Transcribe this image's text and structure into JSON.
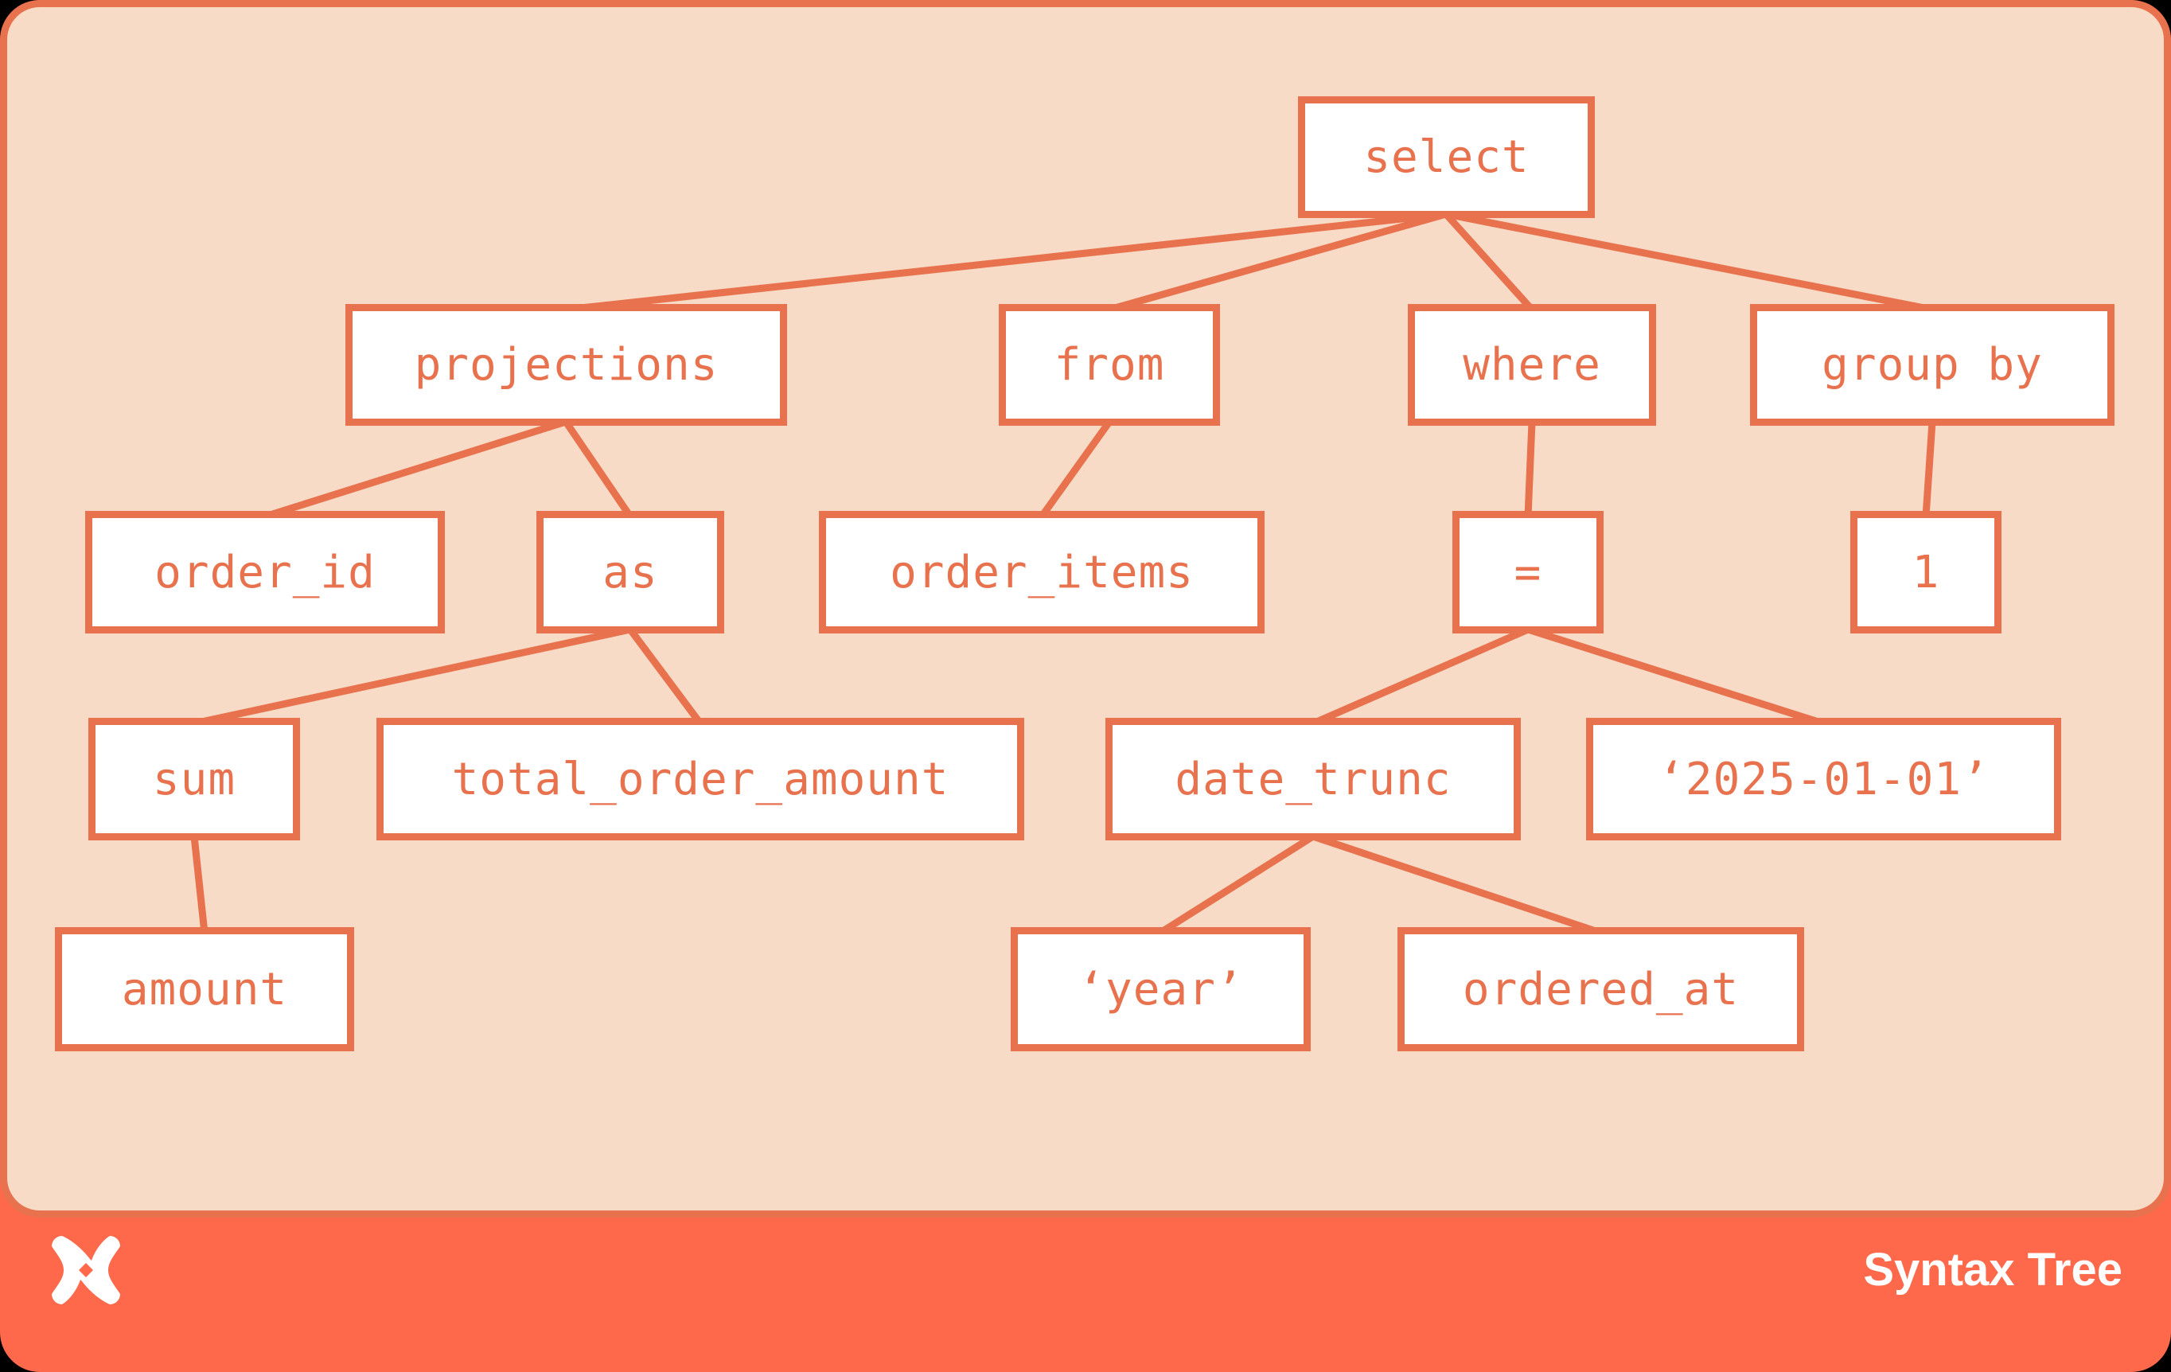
{
  "title": "Syntax Tree",
  "colors": {
    "page_background": "#000000",
    "frame_coral": "#FF694B",
    "canvas_peach": "#F8DBC6",
    "accent_coral": "#E8724E",
    "node_fill": "#FFFFFF",
    "footer_text": "#FFFFFF"
  },
  "footer": {
    "logo_icon": "dbt-logo",
    "badge_label": "Syntax Tree"
  },
  "tree": {
    "nodes": {
      "select": {
        "label": "select"
      },
      "projections": {
        "label": "projections"
      },
      "from": {
        "label": "from"
      },
      "where": {
        "label": "where"
      },
      "group_by": {
        "label": "group by"
      },
      "order_id": {
        "label": "order_id"
      },
      "as": {
        "label": "as"
      },
      "order_items": {
        "label": "order_items"
      },
      "equals": {
        "label": "="
      },
      "one": {
        "label": "1"
      },
      "sum": {
        "label": "sum"
      },
      "total_order_amount": {
        "label": "total_order_amount"
      },
      "date_trunc": {
        "label": "date_trunc"
      },
      "date_literal": {
        "label": "‘2025-01-01’"
      },
      "amount": {
        "label": "amount"
      },
      "year_literal": {
        "label": "‘year’"
      },
      "ordered_at": {
        "label": "ordered_at"
      }
    },
    "edges": [
      {
        "from": "select",
        "to": "projections"
      },
      {
        "from": "select",
        "to": "from"
      },
      {
        "from": "select",
        "to": "where"
      },
      {
        "from": "select",
        "to": "group_by"
      },
      {
        "from": "projections",
        "to": "order_id"
      },
      {
        "from": "projections",
        "to": "as"
      },
      {
        "from": "from",
        "to": "order_items"
      },
      {
        "from": "where",
        "to": "equals"
      },
      {
        "from": "group_by",
        "to": "one"
      },
      {
        "from": "as",
        "to": "sum"
      },
      {
        "from": "as",
        "to": "total_order_amount"
      },
      {
        "from": "equals",
        "to": "date_trunc"
      },
      {
        "from": "equals",
        "to": "date_literal"
      },
      {
        "from": "sum",
        "to": "amount"
      },
      {
        "from": "date_trunc",
        "to": "year_literal"
      },
      {
        "from": "date_trunc",
        "to": "ordered_at"
      }
    ]
  }
}
